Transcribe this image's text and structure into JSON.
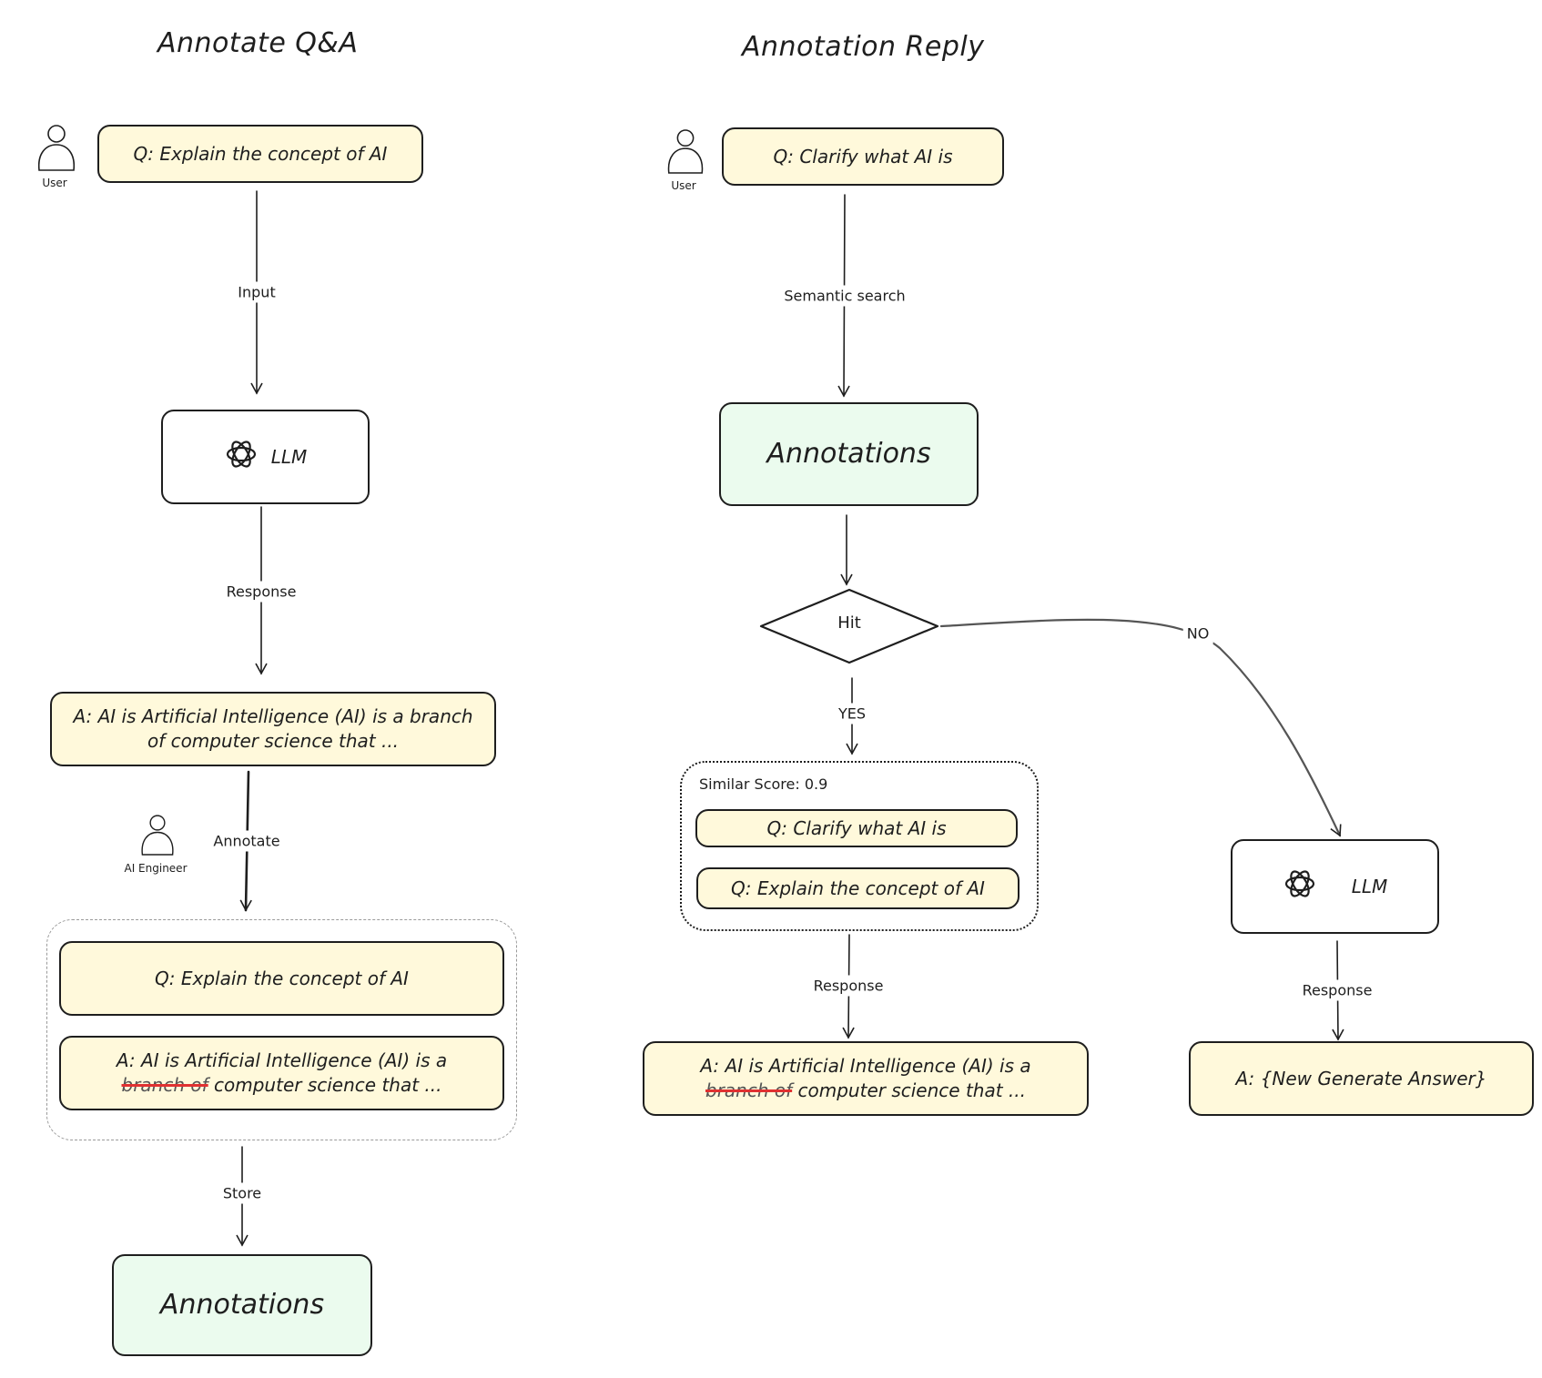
{
  "titles": {
    "left": "Annotate Q&A",
    "right": "Annotation Reply"
  },
  "left": {
    "user_label": "User",
    "question": "Q: Explain the concept of AI",
    "input_label": "Input",
    "llm_label": "LLM",
    "response_label": "Response",
    "answer": "A: AI is Artificial Intelligence (AI) is a branch of computer science that ...",
    "engineer_label": "AI Engineer",
    "annotate_label": "Annotate",
    "annotated_question": "Q: Explain the concept of AI",
    "annotated_answer_prefix": "A: AI is Artificial Intelligence (AI) is a",
    "annotated_answer_struck": "branch of",
    "annotated_answer_suffix": "computer science that ...",
    "store_label": "Store",
    "annotations": "Annotations"
  },
  "right": {
    "user_label": "User",
    "question": "Q: Clarify what AI is",
    "search_label": "Semantic search",
    "annotations": "Annotations",
    "hit_label": "Hit",
    "yes_label": "YES",
    "no_label": "NO",
    "similar_score": "Similar Score: 0.9",
    "match_q1": "Q: Clarify what AI is",
    "match_q2": "Q: Explain the concept of AI",
    "response_label_left": "Response",
    "answer_prefix": "A: AI is Artificial Intelligence (AI) is a",
    "answer_struck": "branch of",
    "answer_suffix": "computer science that ...",
    "llm_label": "LLM",
    "response_label_right": "Response",
    "new_answer": "A: {New Generate Answer}"
  },
  "colors": {
    "note_yellow": "#fff9db",
    "annotation_green": "#ebfbee",
    "strike_red": "#e03131",
    "stroke": "#1e1e1e"
  },
  "icons": [
    "user-icon",
    "openai-logo-icon"
  ]
}
